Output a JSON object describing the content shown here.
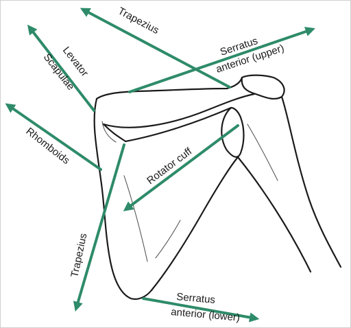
{
  "colors": {
    "arrow": "#2e8b69",
    "bone_outline": "#1a1a1a",
    "background": "#ffffff"
  },
  "labels": {
    "trapezius_upper": "Trapezius",
    "serratus_upper_line1": "Serratus",
    "serratus_upper_line2": "anterior (upper)",
    "levator_line1": "Levator",
    "levator_line2": "Scapulae",
    "rhomboids": "Rhomboids",
    "rotator_cuff": "Rotator cuff",
    "trapezius_lower": "Trapezius",
    "serratus_lower_line1": "Serratus",
    "serratus_lower_line2": "anterior (lower)"
  }
}
